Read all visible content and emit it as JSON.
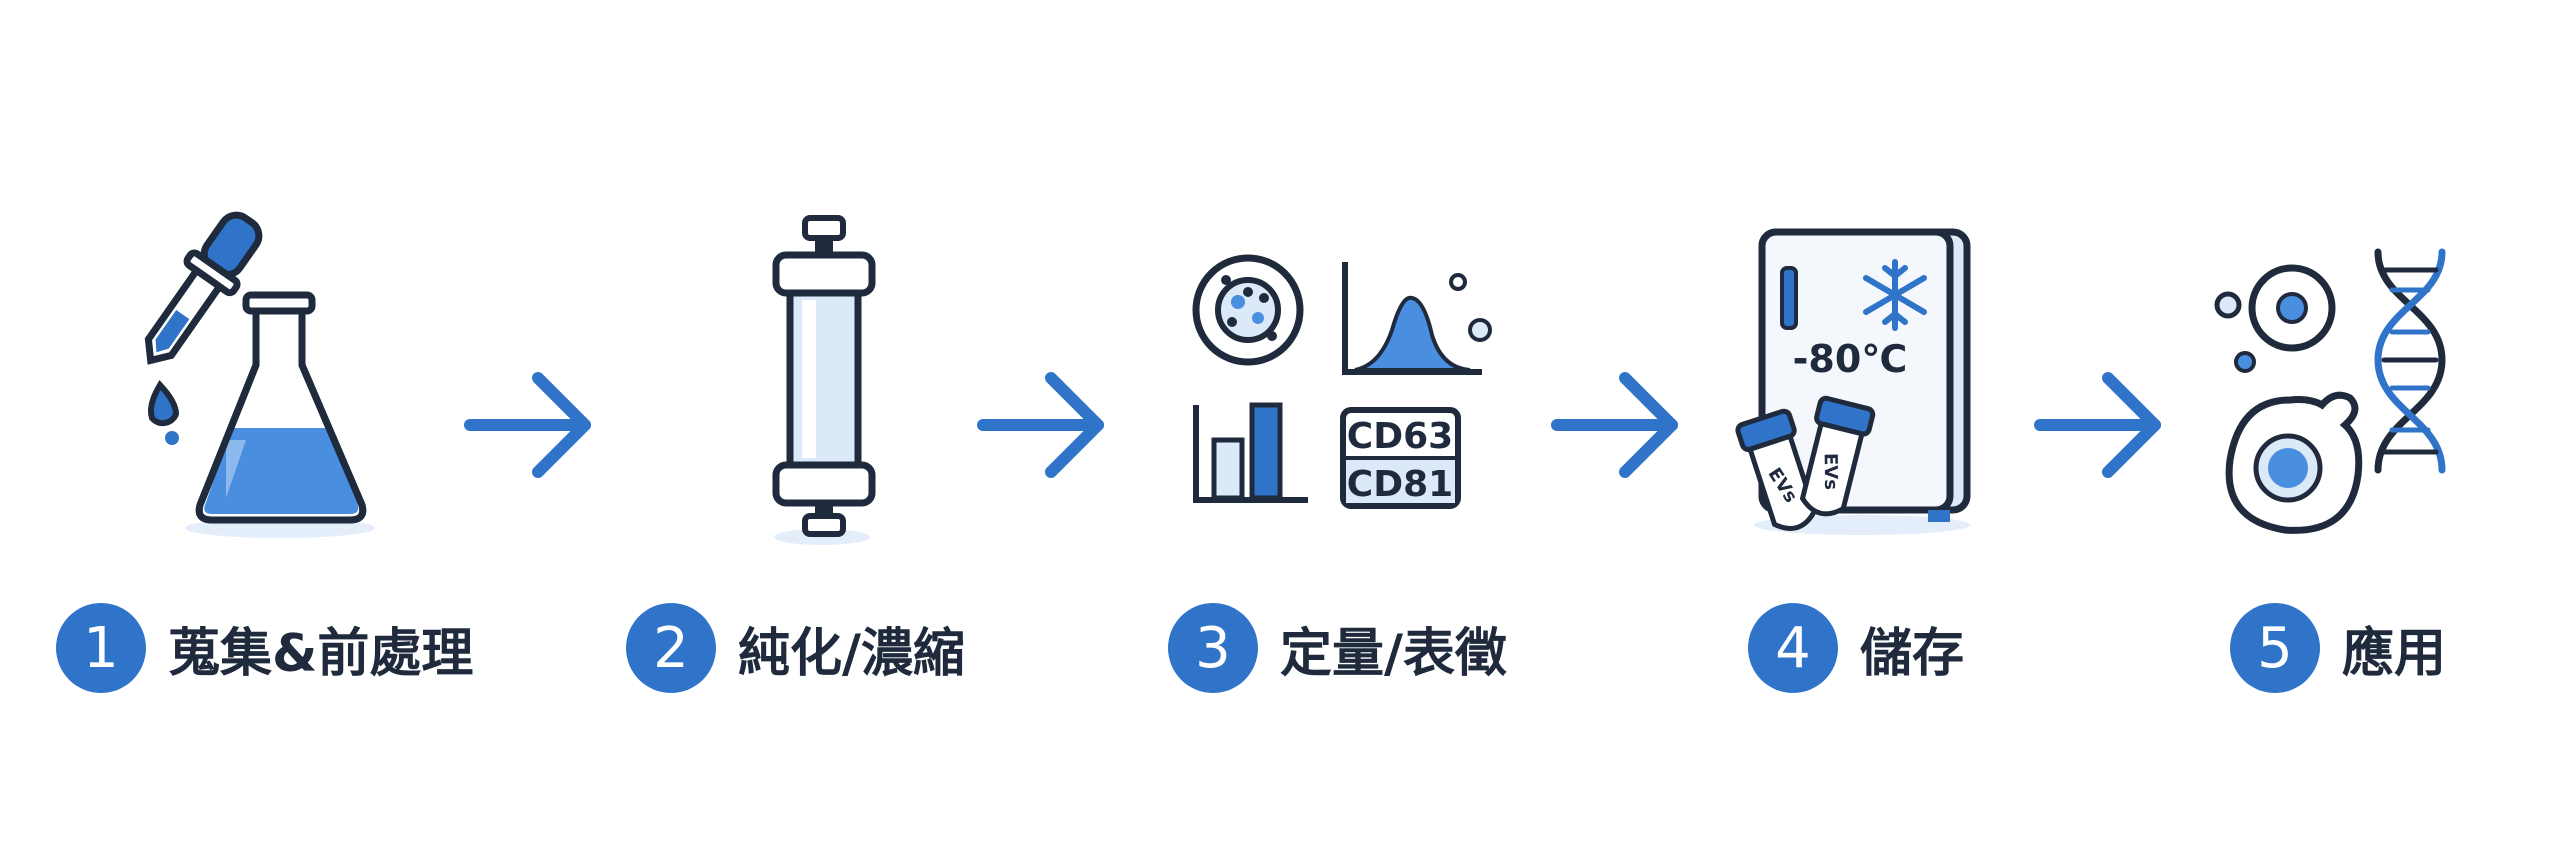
{
  "colors": {
    "accent": "#2f74c9",
    "dark": "#1f2a3c",
    "light": "#dbe9f8",
    "mid": "#5a9be0"
  },
  "steps": [
    {
      "number": "1",
      "label": "蒐集&前處理",
      "icon": "flask-dropper-icon"
    },
    {
      "number": "2",
      "label": "純化/濃縮",
      "icon": "chromatography-column-icon"
    },
    {
      "number": "3",
      "label": "定量/表徵",
      "icon": "analysis-icon"
    },
    {
      "number": "4",
      "label": "儲存",
      "icon": "freezer-icon"
    },
    {
      "number": "5",
      "label": "應用",
      "icon": "cell-dna-icon"
    }
  ],
  "freezer": {
    "temperature": "-80℃",
    "tube_label": "EVs"
  },
  "characterization": {
    "marker_1": "CD63",
    "marker_2": "CD81"
  }
}
